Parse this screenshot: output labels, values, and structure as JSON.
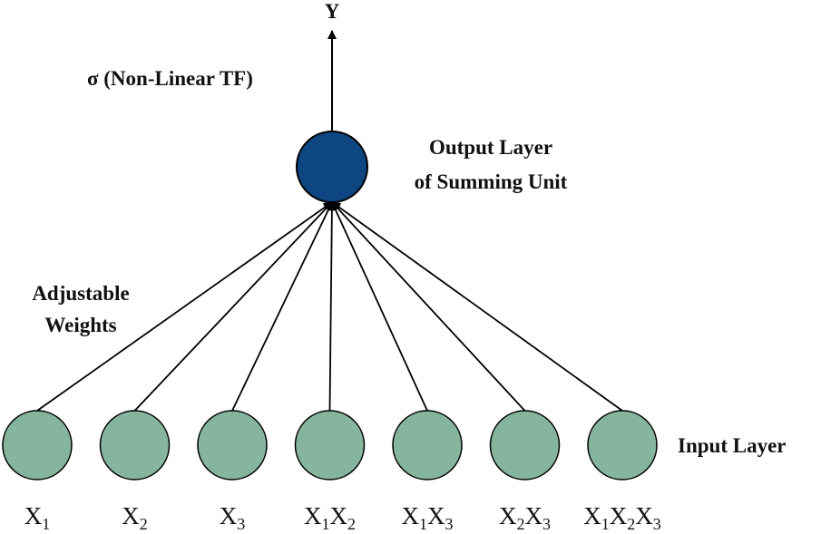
{
  "output": {
    "symbol": "Y",
    "activation_label": "σ (Non-Linear TF)",
    "layer_label_line1": "Output Layer",
    "layer_label_line2": "of Summing Unit",
    "node_color": "#0d4680"
  },
  "weights_label_line1": "Adjustable",
  "weights_label_line2": "Weights",
  "input_layer": {
    "label": "Input Layer",
    "node_color": "#86b59f",
    "nodes": [
      {
        "terms": [
          {
            "base": "X",
            "sub": "1"
          }
        ]
      },
      {
        "terms": [
          {
            "base": "X",
            "sub": "2"
          }
        ]
      },
      {
        "terms": [
          {
            "base": "X",
            "sub": "3"
          }
        ]
      },
      {
        "terms": [
          {
            "base": "X",
            "sub": "1"
          },
          {
            "base": "X",
            "sub": "2"
          }
        ]
      },
      {
        "terms": [
          {
            "base": "X",
            "sub": "1"
          },
          {
            "base": "X",
            "sub": "3"
          }
        ]
      },
      {
        "terms": [
          {
            "base": "X",
            "sub": "2"
          },
          {
            "base": "X",
            "sub": "3"
          }
        ]
      },
      {
        "terms": [
          {
            "base": "X",
            "sub": "1"
          },
          {
            "base": "X",
            "sub": "2"
          },
          {
            "base": "X",
            "sub": "3"
          }
        ]
      }
    ]
  }
}
